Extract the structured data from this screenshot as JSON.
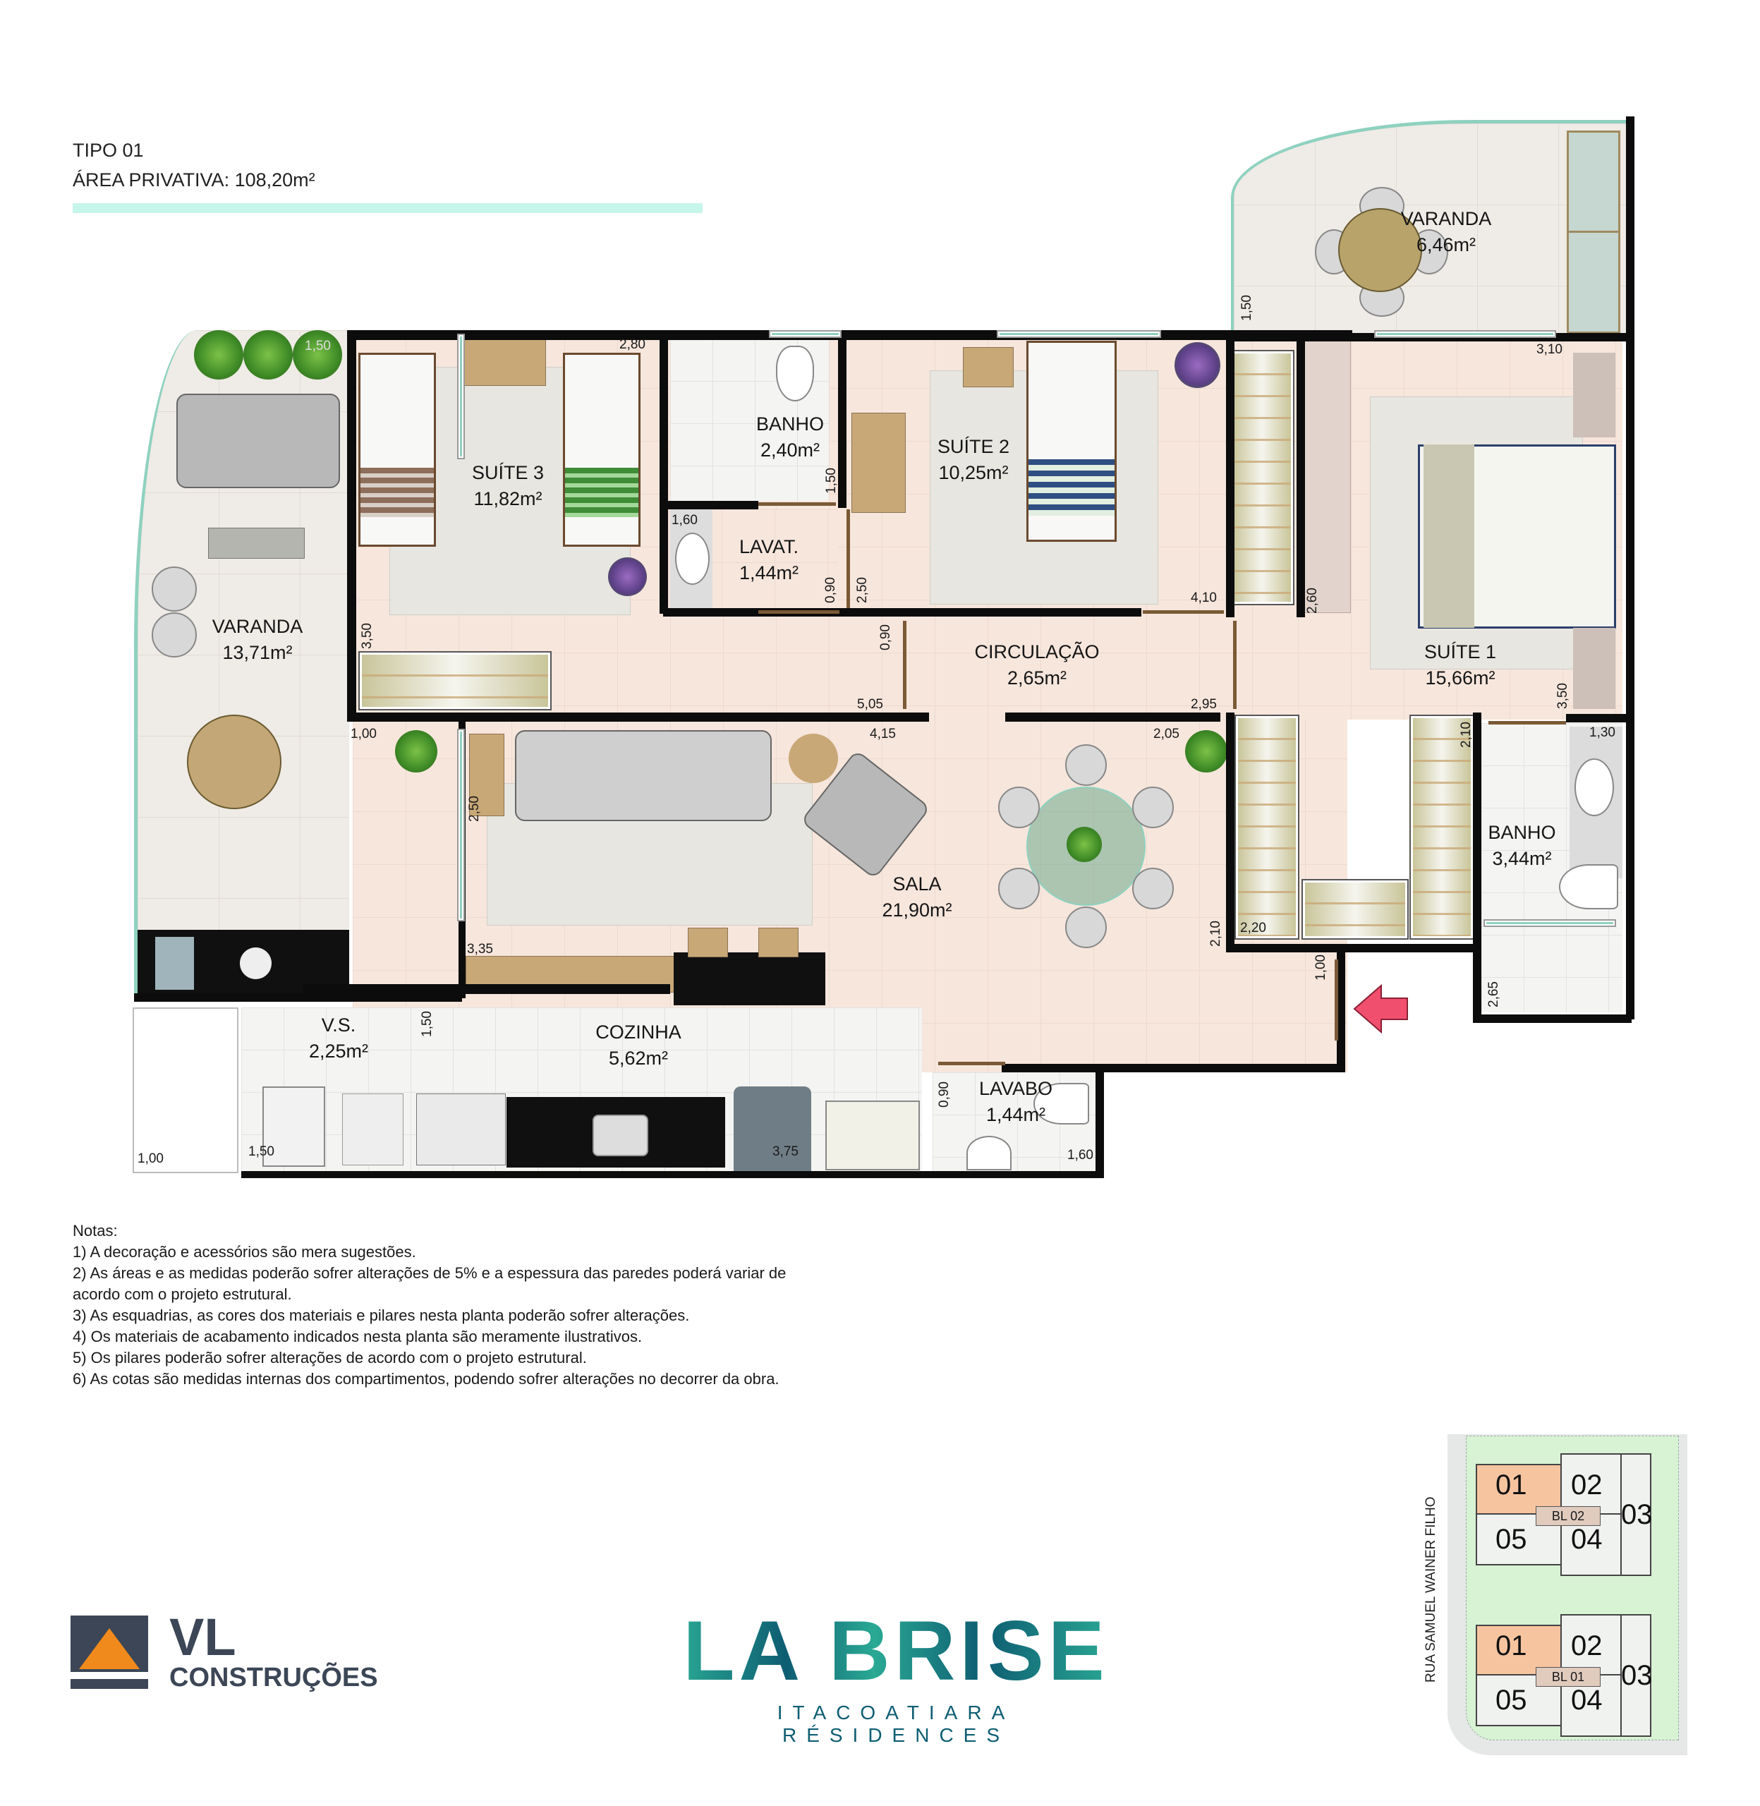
{
  "header": {
    "type_label": "TIPO 01",
    "area_label": "ÁREA PRIVATIVA: 108,20m²",
    "accent_bar_color": "#c6f5e9"
  },
  "rooms": {
    "varanda_top": {
      "name": "VARANDA",
      "area": "6,46m²"
    },
    "varanda_left": {
      "name": "VARANDA",
      "area": "13,71m²"
    },
    "suite3": {
      "name": "SUÍTE 3",
      "area": "11,82m²"
    },
    "banho_small": {
      "name": "BANHO",
      "area": "2,40m²"
    },
    "lavat": {
      "name": "LAVAT.",
      "area": "1,44m²"
    },
    "suite2": {
      "name": "SUÍTE 2",
      "area": "10,25m²"
    },
    "suite1": {
      "name": "SUÍTE 1",
      "area": "15,66m²"
    },
    "circulacao": {
      "name": "CIRCULAÇÃO",
      "area": "2,65m²"
    },
    "sala": {
      "name": "SALA",
      "area": "21,90m²"
    },
    "banho_suite1": {
      "name": "BANHO",
      "area": "3,44m²"
    },
    "vs": {
      "name": "V.S.",
      "area": "2,25m²"
    },
    "cozinha": {
      "name": "COZINHA",
      "area": "5,62m²"
    },
    "lavabo": {
      "name": "LAVABO",
      "area": "1,44m²"
    }
  },
  "dimensions": {
    "d_varanda_top_150": "1,50",
    "d_suite1_310": "3,10",
    "d_varanda_left_150": "1,50",
    "d_suite3_280": "2,80",
    "d_suite3_350": "3,50",
    "d_varanda_100": "1,00",
    "d_banho_150": "1,50",
    "d_lavat_160": "1,60",
    "d_lavat_090": "0,90",
    "d_suite2_250": "2,50",
    "d_suite2_410": "4,10",
    "d_circ_090": "0,90",
    "d_circ_505": "5,05",
    "d_circ_295": "2,95",
    "d_sala_415": "4,15",
    "d_sala_205": "2,05",
    "d_sala_250": "2,50",
    "d_sala_335": "3,35",
    "d_sala_210": "2,10",
    "d_suite1_260": "2,60",
    "d_suite1_350": "3,50",
    "d_closet_210": "2,10",
    "d_closet_220": "2,20",
    "d_banho_130": "1,30",
    "d_banho_265": "2,65",
    "d_entry_100": "1,00",
    "d_vs_150": "1,50",
    "d_vs_150b": "1,50",
    "d_vs_100": "1,00",
    "d_cozinha_375": "3,75",
    "d_lavabo_090": "0,90",
    "d_lavabo_160": "1,60"
  },
  "entry_arrow": {
    "icon": "entry-arrow-icon",
    "color": "#f0506e"
  },
  "notes": {
    "title": "Notas:",
    "items": [
      "1) A decoração e acessórios são mera sugestões.",
      "2) As áreas e as medidas poderão sofrer alterações de 5% e a espessura das paredes poderá variar de acordo com o projeto estrutural.",
      "3) As esquadrias, as cores dos materiais e pilares nesta planta poderão sofrer alterações.",
      "4)  Os materiais de acabamento indicados nesta planta são meramente ilustrativos.",
      "5) Os pilares poderão sofrer alterações de acordo com o projeto estrutural.",
      "6) As cotas são medidas internas dos compartimentos, podendo sofrer alterações no decorrer da obra."
    ]
  },
  "logos": {
    "builder": {
      "line1": "VL",
      "line2": "CONSTRUÇÕES",
      "color": "#3c4656",
      "accent": "#f08a1c"
    },
    "project": {
      "name": "LA BRISE",
      "tagline": "ITACOATIARA RÉSIDENCES",
      "color_teal": "#2aa994",
      "color_dark": "#0e5d72"
    }
  },
  "keymap": {
    "street": "RUA SAMUEL WAINER FILHO",
    "highlight_color": "#f7c4a0",
    "blocks": [
      {
        "label": "BL 02",
        "units": [
          "01",
          "02",
          "03",
          "04",
          "05"
        ],
        "highlighted": "01"
      },
      {
        "label": "BL 01",
        "units": [
          "01",
          "02",
          "03",
          "04",
          "05"
        ],
        "highlighted": "01"
      }
    ]
  }
}
